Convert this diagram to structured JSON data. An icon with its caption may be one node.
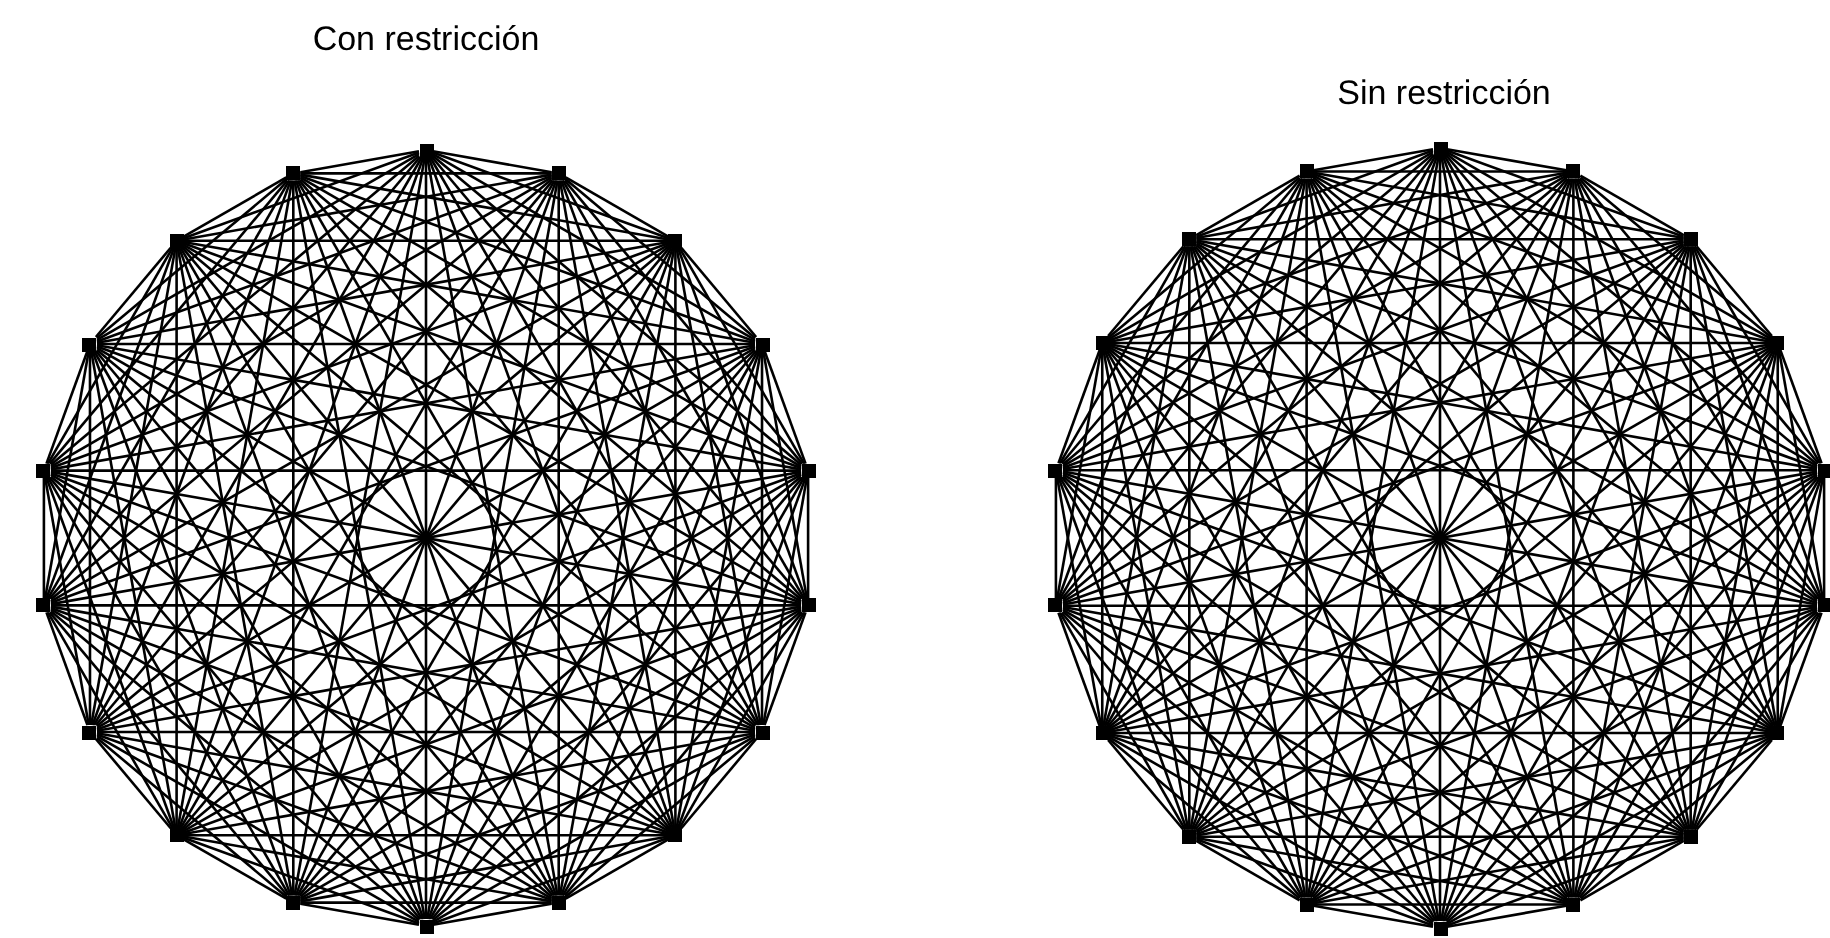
{
  "diagram": {
    "nodes": [
      {
        "text": [],
        "shape": "box"
      },
      {
        "text": [],
        "shape": "box"
      },
      {
        "text": [],
        "shape": "box"
      },
      {
        "text": [],
        "shape": "box"
      },
      {
        "text": [],
        "shape": "box"
      },
      {
        "text": [],
        "shape": "box"
      },
      {
        "text": [],
        "shape": "box"
      },
      {
        "text": [],
        "shape": "box"
      },
      {
        "text": [],
        "shape": "box"
      },
      {
        "text": [],
        "shape": "box"
      },
      {
        "text": [],
        "shape": "box"
      },
      {
        "text": [],
        "shape": "box"
      },
      {
        "text": [],
        "shape": "box"
      },
      {
        "text": [],
        "shape": "box"
      },
      {
        "text": [],
        "shape": "box"
      },
      {
        "text": [],
        "shape": "box"
      },
      {
        "text": [],
        "shape": "box"
      },
      {
        "text": [],
        "shape": "box"
      },
      {
        "text": [],
        "shape": "box"
      },
      {
        "text": [],
        "shape": "box"
      },
      {
        "text": [],
        "shape": "box"
      },
      {
        "text": [],
        "shape": "box"
      },
      {
        "text": [],
        "shape": "box"
      },
      {
        "text": [],
        "shape": "box"
      },
      {
        "text": [],
        "shape": "box"
      },
      {
        "text": [],
        "shape": "box"
      },
      {
        "text": [],
        "shape": "box"
      },
      {
        "text": [],
        "shape": "box"
      },
      {
        "text": [],
        "shape": "box"
      },
      {
        "text": [],
        "shape": "box"
      },
      {
        "text": [],
        "shape": "box"
      },
      {
        "text": [],
        "shape": "box"
      },
      {
        "text": [],
        "shape": "box"
      },
      {
        "text": [],
        "shape": "box"
      },
      {
        "text": [],
        "shape": "box"
      },
      {
        "text": [],
        "shape": "box"
      }
    ],
    "edges": [
      {
        "from": 0,
        "to": 1,
        "arrow": "none"
      },
      {
        "from": 0,
        "to": 2,
        "arrow": "none"
      },
      {
        "from": 0,
        "to": 3,
        "arrow": "none"
      },
      {
        "from": 0,
        "to": 4,
        "arrow": "none"
      },
      {
        "from": 0,
        "to": 5,
        "arrow": "none"
      },
      {
        "from": 0,
        "to": 6,
        "arrow": "none"
      },
      {
        "from": 0,
        "to": 7,
        "arrow": "none"
      },
      {
        "from": 0,
        "to": 8,
        "arrow": "none"
      },
      {
        "from": 0,
        "to": 9,
        "arrow": "none"
      },
      {
        "from": 0,
        "to": 10,
        "arrow": "none"
      },
      {
        "from": 0,
        "to": 11,
        "arrow": "none"
      },
      {
        "from": 0,
        "to": 12,
        "arrow": "none"
      },
      {
        "from": 0,
        "to": 13,
        "arrow": "none"
      },
      {
        "from": 0,
        "to": 14,
        "arrow": "none"
      },
      {
        "from": 0,
        "to": 15,
        "arrow": "none"
      },
      {
        "from": 0,
        "to": 16,
        "arrow": "none"
      },
      {
        "from": 0,
        "to": 17,
        "arrow": "none"
      },
      {
        "from": 1,
        "to": 2,
        "arrow": "none"
      },
      {
        "from": 1,
        "to": 3,
        "arrow": "none"
      },
      {
        "from": 1,
        "to": 4,
        "arrow": "none"
      },
      {
        "from": 1,
        "to": 5,
        "arrow": "none"
      },
      {
        "from": 1,
        "to": 6,
        "arrow": "none"
      },
      {
        "from": 1,
        "to": 7,
        "arrow": "none"
      },
      {
        "from": 1,
        "to": 8,
        "arrow": "none"
      },
      {
        "from": 1,
        "to": 9,
        "arrow": "none"
      },
      {
        "from": 1,
        "to": 10,
        "arrow": "none"
      },
      {
        "from": 1,
        "to": 11,
        "arrow": "none"
      },
      {
        "from": 1,
        "to": 12,
        "arrow": "none"
      },
      {
        "from": 1,
        "to": 13,
        "arrow": "none"
      },
      {
        "from": 1,
        "to": 14,
        "arrow": "none"
      },
      {
        "from": 1,
        "to": 15,
        "arrow": "none"
      },
      {
        "from": 1,
        "to": 16,
        "arrow": "none"
      },
      {
        "from": 1,
        "to": 17,
        "arrow": "none"
      },
      {
        "from": 2,
        "to": 3,
        "arrow": "none"
      },
      {
        "from": 2,
        "to": 4,
        "arrow": "none"
      },
      {
        "from": 2,
        "to": 5,
        "arrow": "none"
      },
      {
        "from": 2,
        "to": 6,
        "arrow": "none"
      },
      {
        "from": 2,
        "to": 7,
        "arrow": "none"
      },
      {
        "from": 2,
        "to": 8,
        "arrow": "none"
      },
      {
        "from": 2,
        "to": 9,
        "arrow": "none"
      },
      {
        "from": 2,
        "to": 10,
        "arrow": "none"
      },
      {
        "from": 2,
        "to": 11,
        "arrow": "none"
      },
      {
        "from": 2,
        "to": 12,
        "arrow": "none"
      },
      {
        "from": 2,
        "to": 13,
        "arrow": "none"
      },
      {
        "from": 2,
        "to": 14,
        "arrow": "none"
      },
      {
        "from": 2,
        "to": 15,
        "arrow": "none"
      },
      {
        "from": 2,
        "to": 16,
        "arrow": "none"
      },
      {
        "from": 2,
        "to": 17,
        "arrow": "none"
      },
      {
        "from": 3,
        "to": 4,
        "arrow": "none"
      },
      {
        "from": 3,
        "to": 5,
        "arrow": "none"
      },
      {
        "from": 3,
        "to": 6,
        "arrow": "none"
      },
      {
        "from": 3,
        "to": 7,
        "arrow": "none"
      },
      {
        "from": 3,
        "to": 8,
        "arrow": "none"
      },
      {
        "from": 3,
        "to": 9,
        "arrow": "none"
      },
      {
        "from": 3,
        "to": 10,
        "arrow": "none"
      },
      {
        "from": 3,
        "to": 11,
        "arrow": "none"
      },
      {
        "from": 3,
        "to": 12,
        "arrow": "none"
      },
      {
        "from": 3,
        "to": 13,
        "arrow": "none"
      },
      {
        "from": 3,
        "to": 14,
        "arrow": "none"
      },
      {
        "from": 3,
        "to": 15,
        "arrow": "none"
      },
      {
        "from": 3,
        "to": 16,
        "arrow": "none"
      },
      {
        "from": 3,
        "to": 17,
        "arrow": "none"
      },
      {
        "from": 4,
        "to": 5,
        "arrow": "none"
      },
      {
        "from": 4,
        "to": 6,
        "arrow": "none"
      },
      {
        "from": 4,
        "to": 7,
        "arrow": "none"
      },
      {
        "from": 4,
        "to": 8,
        "arrow": "none"
      },
      {
        "from": 4,
        "to": 9,
        "arrow": "none"
      },
      {
        "from": 4,
        "to": 10,
        "arrow": "none"
      },
      {
        "from": 4,
        "to": 11,
        "arrow": "none"
      },
      {
        "from": 4,
        "to": 12,
        "arrow": "none"
      },
      {
        "from": 4,
        "to": 13,
        "arrow": "none"
      },
      {
        "from": 4,
        "to": 14,
        "arrow": "none"
      },
      {
        "from": 4,
        "to": 15,
        "arrow": "none"
      },
      {
        "from": 4,
        "to": 16,
        "arrow": "none"
      },
      {
        "from": 4,
        "to": 17,
        "arrow": "none"
      },
      {
        "from": 5,
        "to": 6,
        "arrow": "none"
      },
      {
        "from": 5,
        "to": 7,
        "arrow": "none"
      },
      {
        "from": 5,
        "to": 8,
        "arrow": "none"
      },
      {
        "from": 5,
        "to": 9,
        "arrow": "none"
      },
      {
        "from": 5,
        "to": 10,
        "arrow": "none"
      },
      {
        "from": 5,
        "to": 11,
        "arrow": "none"
      },
      {
        "from": 5,
        "to": 12,
        "arrow": "none"
      },
      {
        "from": 5,
        "to": 13,
        "arrow": "none"
      },
      {
        "from": 5,
        "to": 14,
        "arrow": "none"
      },
      {
        "from": 5,
        "to": 15,
        "arrow": "none"
      },
      {
        "from": 5,
        "to": 16,
        "arrow": "none"
      },
      {
        "from": 5,
        "to": 17,
        "arrow": "none"
      },
      {
        "from": 6,
        "to": 7,
        "arrow": "none"
      },
      {
        "from": 6,
        "to": 8,
        "arrow": "none"
      },
      {
        "from": 6,
        "to": 9,
        "arrow": "none"
      },
      {
        "from": 6,
        "to": 10,
        "arrow": "none"
      },
      {
        "from": 6,
        "to": 11,
        "arrow": "none"
      },
      {
        "from": 6,
        "to": 12,
        "arrow": "none"
      },
      {
        "from": 6,
        "to": 13,
        "arrow": "none"
      },
      {
        "from": 6,
        "to": 14,
        "arrow": "none"
      },
      {
        "from": 6,
        "to": 15,
        "arrow": "none"
      },
      {
        "from": 6,
        "to": 16,
        "arrow": "none"
      },
      {
        "from": 6,
        "to": 17,
        "arrow": "none"
      },
      {
        "from": 7,
        "to": 8,
        "arrow": "none"
      },
      {
        "from": 7,
        "to": 9,
        "arrow": "none"
      },
      {
        "from": 7,
        "to": 10,
        "arrow": "none"
      },
      {
        "from": 7,
        "to": 11,
        "arrow": "none"
      },
      {
        "from": 7,
        "to": 12,
        "arrow": "none"
      },
      {
        "from": 7,
        "to": 13,
        "arrow": "none"
      },
      {
        "from": 7,
        "to": 14,
        "arrow": "none"
      },
      {
        "from": 7,
        "to": 15,
        "arrow": "none"
      },
      {
        "from": 7,
        "to": 16,
        "arrow": "none"
      },
      {
        "from": 7,
        "to": 17,
        "arrow": "none"
      },
      {
        "from": 8,
        "to": 9,
        "arrow": "none"
      },
      {
        "from": 8,
        "to": 10,
        "arrow": "none"
      },
      {
        "from": 8,
        "to": 11,
        "arrow": "none"
      },
      {
        "from": 8,
        "to": 12,
        "arrow": "none"
      },
      {
        "from": 8,
        "to": 13,
        "arrow": "none"
      },
      {
        "from": 8,
        "to": 14,
        "arrow": "none"
      },
      {
        "from": 8,
        "to": 15,
        "arrow": "none"
      },
      {
        "from": 8,
        "to": 16,
        "arrow": "none"
      },
      {
        "from": 8,
        "to": 17,
        "arrow": "none"
      },
      {
        "from": 9,
        "to": 10,
        "arrow": "none"
      },
      {
        "from": 9,
        "to": 11,
        "arrow": "none"
      },
      {
        "from": 9,
        "to": 12,
        "arrow": "none"
      },
      {
        "from": 9,
        "to": 13,
        "arrow": "none"
      },
      {
        "from": 9,
        "to": 14,
        "arrow": "none"
      },
      {
        "from": 9,
        "to": 15,
        "arrow": "none"
      },
      {
        "from": 9,
        "to": 16,
        "arrow": "none"
      },
      {
        "from": 9,
        "to": 17,
        "arrow": "none"
      },
      {
        "from": 10,
        "to": 11,
        "arrow": "none"
      },
      {
        "from": 10,
        "to": 12,
        "arrow": "none"
      },
      {
        "from": 10,
        "to": 13,
        "arrow": "none"
      },
      {
        "from": 10,
        "to": 14,
        "arrow": "none"
      },
      {
        "from": 10,
        "to": 15,
        "arrow": "none"
      },
      {
        "from": 10,
        "to": 16,
        "arrow": "none"
      },
      {
        "from": 10,
        "to": 17,
        "arrow": "none"
      },
      {
        "from": 11,
        "to": 12,
        "arrow": "none"
      },
      {
        "from": 11,
        "to": 13,
        "arrow": "none"
      },
      {
        "from": 11,
        "to": 14,
        "arrow": "none"
      },
      {
        "from": 11,
        "to": 15,
        "arrow": "none"
      },
      {
        "from": 11,
        "to": 16,
        "arrow": "none"
      },
      {
        "from": 11,
        "to": 17,
        "arrow": "none"
      },
      {
        "from": 12,
        "to": 13,
        "arrow": "none"
      },
      {
        "from": 12,
        "to": 14,
        "arrow": "none"
      },
      {
        "from": 12,
        "to": 15,
        "arrow": "none"
      },
      {
        "from": 12,
        "to": 16,
        "arrow": "none"
      },
      {
        "from": 12,
        "to": 17,
        "arrow": "none"
      },
      {
        "from": 13,
        "to": 14,
        "arrow": "none"
      },
      {
        "from": 13,
        "to": 15,
        "arrow": "none"
      },
      {
        "from": 13,
        "to": 16,
        "arrow": "none"
      },
      {
        "from": 13,
        "to": 17,
        "arrow": "none"
      },
      {
        "from": 14,
        "to": 15,
        "arrow": "none"
      },
      {
        "from": 14,
        "to": 16,
        "arrow": "none"
      },
      {
        "from": 14,
        "to": 17,
        "arrow": "none"
      },
      {
        "from": 15,
        "to": 16,
        "arrow": "none"
      },
      {
        "from": 15,
        "to": 17,
        "arrow": "none"
      },
      {
        "from": 16,
        "to": 17,
        "arrow": "none"
      },
      {
        "from": 18,
        "to": 19,
        "arrow": "none"
      },
      {
        "from": 18,
        "to": 20,
        "arrow": "none"
      },
      {
        "from": 18,
        "to": 21,
        "arrow": "none"
      },
      {
        "from": 18,
        "to": 22,
        "arrow": "none"
      },
      {
        "from": 18,
        "to": 23,
        "arrow": "none"
      },
      {
        "from": 18,
        "to": 24,
        "arrow": "none"
      },
      {
        "from": 18,
        "to": 25,
        "arrow": "none"
      },
      {
        "from": 18,
        "to": 26,
        "arrow": "none"
      },
      {
        "from": 18,
        "to": 27,
        "arrow": "none"
      },
      {
        "from": 18,
        "to": 28,
        "arrow": "none"
      },
      {
        "from": 18,
        "to": 29,
        "arrow": "none"
      },
      {
        "from": 18,
        "to": 30,
        "arrow": "none"
      },
      {
        "from": 18,
        "to": 31,
        "arrow": "none"
      },
      {
        "from": 18,
        "to": 32,
        "arrow": "none"
      },
      {
        "from": 18,
        "to": 33,
        "arrow": "none"
      },
      {
        "from": 18,
        "to": 34,
        "arrow": "none"
      },
      {
        "from": 18,
        "to": 35,
        "arrow": "none"
      },
      {
        "from": 19,
        "to": 20,
        "arrow": "none"
      },
      {
        "from": 19,
        "to": 21,
        "arrow": "none"
      },
      {
        "from": 19,
        "to": 22,
        "arrow": "none"
      },
      {
        "from": 19,
        "to": 23,
        "arrow": "none"
      },
      {
        "from": 19,
        "to": 24,
        "arrow": "none"
      },
      {
        "from": 19,
        "to": 25,
        "arrow": "none"
      },
      {
        "from": 19,
        "to": 26,
        "arrow": "none"
      },
      {
        "from": 19,
        "to": 27,
        "arrow": "none"
      },
      {
        "from": 19,
        "to": 28,
        "arrow": "none"
      },
      {
        "from": 19,
        "to": 29,
        "arrow": "none"
      },
      {
        "from": 19,
        "to": 30,
        "arrow": "none"
      },
      {
        "from": 19,
        "to": 31,
        "arrow": "none"
      },
      {
        "from": 19,
        "to": 32,
        "arrow": "none"
      },
      {
        "from": 19,
        "to": 33,
        "arrow": "none"
      },
      {
        "from": 19,
        "to": 34,
        "arrow": "none"
      },
      {
        "from": 19,
        "to": 35,
        "arrow": "none"
      },
      {
        "from": 20,
        "to": 21,
        "arrow": "none"
      },
      {
        "from": 20,
        "to": 22,
        "arrow": "none"
      },
      {
        "from": 20,
        "to": 23,
        "arrow": "none"
      },
      {
        "from": 20,
        "to": 24,
        "arrow": "none"
      },
      {
        "from": 20,
        "to": 25,
        "arrow": "none"
      },
      {
        "from": 20,
        "to": 26,
        "arrow": "none"
      },
      {
        "from": 20,
        "to": 27,
        "arrow": "none"
      },
      {
        "from": 20,
        "to": 28,
        "arrow": "none"
      },
      {
        "from": 20,
        "to": 29,
        "arrow": "none"
      },
      {
        "from": 20,
        "to": 30,
        "arrow": "none"
      },
      {
        "from": 20,
        "to": 31,
        "arrow": "none"
      },
      {
        "from": 20,
        "to": 32,
        "arrow": "none"
      },
      {
        "from": 20,
        "to": 33,
        "arrow": "none"
      },
      {
        "from": 20,
        "to": 34,
        "arrow": "none"
      },
      {
        "from": 20,
        "to": 35,
        "arrow": "none"
      },
      {
        "from": 21,
        "to": 22,
        "arrow": "none"
      },
      {
        "from": 21,
        "to": 23,
        "arrow": "none"
      },
      {
        "from": 21,
        "to": 24,
        "arrow": "none"
      },
      {
        "from": 21,
        "to": 25,
        "arrow": "none"
      },
      {
        "from": 21,
        "to": 26,
        "arrow": "none"
      },
      {
        "from": 21,
        "to": 27,
        "arrow": "none"
      },
      {
        "from": 21,
        "to": 28,
        "arrow": "none"
      },
      {
        "from": 21,
        "to": 29,
        "arrow": "none"
      },
      {
        "from": 21,
        "to": 30,
        "arrow": "none"
      },
      {
        "from": 21,
        "to": 31,
        "arrow": "none"
      },
      {
        "from": 21,
        "to": 32,
        "arrow": "none"
      },
      {
        "from": 21,
        "to": 33,
        "arrow": "none"
      },
      {
        "from": 21,
        "to": 34,
        "arrow": "none"
      },
      {
        "from": 21,
        "to": 35,
        "arrow": "none"
      },
      {
        "from": 22,
        "to": 23,
        "arrow": "none"
      },
      {
        "from": 22,
        "to": 24,
        "arrow": "none"
      },
      {
        "from": 22,
        "to": 25,
        "arrow": "none"
      },
      {
        "from": 22,
        "to": 26,
        "arrow": "none"
      },
      {
        "from": 22,
        "to": 27,
        "arrow": "none"
      },
      {
        "from": 22,
        "to": 28,
        "arrow": "none"
      },
      {
        "from": 22,
        "to": 29,
        "arrow": "none"
      },
      {
        "from": 22,
        "to": 30,
        "arrow": "none"
      },
      {
        "from": 22,
        "to": 31,
        "arrow": "none"
      },
      {
        "from": 22,
        "to": 32,
        "arrow": "none"
      },
      {
        "from": 22,
        "to": 33,
        "arrow": "none"
      },
      {
        "from": 22,
        "to": 34,
        "arrow": "none"
      },
      {
        "from": 22,
        "to": 35,
        "arrow": "none"
      },
      {
        "from": 23,
        "to": 24,
        "arrow": "none"
      },
      {
        "from": 23,
        "to": 25,
        "arrow": "none"
      },
      {
        "from": 23,
        "to": 26,
        "arrow": "none"
      },
      {
        "from": 23,
        "to": 27,
        "arrow": "none"
      },
      {
        "from": 23,
        "to": 28,
        "arrow": "none"
      },
      {
        "from": 23,
        "to": 29,
        "arrow": "none"
      },
      {
        "from": 23,
        "to": 30,
        "arrow": "none"
      },
      {
        "from": 23,
        "to": 31,
        "arrow": "none"
      },
      {
        "from": 23,
        "to": 32,
        "arrow": "none"
      },
      {
        "from": 23,
        "to": 33,
        "arrow": "none"
      },
      {
        "from": 23,
        "to": 34,
        "arrow": "none"
      },
      {
        "from": 23,
        "to": 35,
        "arrow": "none"
      },
      {
        "from": 24,
        "to": 25,
        "arrow": "none"
      },
      {
        "from": 24,
        "to": 26,
        "arrow": "none"
      },
      {
        "from": 24,
        "to": 27,
        "arrow": "none"
      },
      {
        "from": 24,
        "to": 28,
        "arrow": "none"
      },
      {
        "from": 24,
        "to": 29,
        "arrow": "none"
      },
      {
        "from": 24,
        "to": 30,
        "arrow": "none"
      },
      {
        "from": 24,
        "to": 31,
        "arrow": "none"
      },
      {
        "from": 24,
        "to": 32,
        "arrow": "none"
      },
      {
        "from": 24,
        "to": 33,
        "arrow": "none"
      },
      {
        "from": 24,
        "to": 34,
        "arrow": "none"
      },
      {
        "from": 24,
        "to": 35,
        "arrow": "none"
      },
      {
        "from": 25,
        "to": 26,
        "arrow": "none"
      },
      {
        "from": 25,
        "to": 27,
        "arrow": "none"
      },
      {
        "from": 25,
        "to": 28,
        "arrow": "none"
      },
      {
        "from": 25,
        "to": 29,
        "arrow": "none"
      },
      {
        "from": 25,
        "to": 30,
        "arrow": "none"
      },
      {
        "from": 25,
        "to": 31,
        "arrow": "none"
      },
      {
        "from": 25,
        "to": 32,
        "arrow": "none"
      },
      {
        "from": 25,
        "to": 33,
        "arrow": "none"
      },
      {
        "from": 25,
        "to": 34,
        "arrow": "none"
      },
      {
        "from": 25,
        "to": 35,
        "arrow": "none"
      },
      {
        "from": 26,
        "to": 27,
        "arrow": "none"
      },
      {
        "from": 26,
        "to": 28,
        "arrow": "none"
      },
      {
        "from": 26,
        "to": 29,
        "arrow": "none"
      },
      {
        "from": 26,
        "to": 30,
        "arrow": "none"
      },
      {
        "from": 26,
        "to": 31,
        "arrow": "none"
      },
      {
        "from": 26,
        "to": 32,
        "arrow": "none"
      },
      {
        "from": 26,
        "to": 33,
        "arrow": "none"
      },
      {
        "from": 26,
        "to": 34,
        "arrow": "none"
      },
      {
        "from": 26,
        "to": 35,
        "arrow": "none"
      },
      {
        "from": 27,
        "to": 28,
        "arrow": "none"
      },
      {
        "from": 27,
        "to": 29,
        "arrow": "none"
      },
      {
        "from": 27,
        "to": 30,
        "arrow": "none"
      },
      {
        "from": 27,
        "to": 31,
        "arrow": "none"
      },
      {
        "from": 27,
        "to": 32,
        "arrow": "none"
      },
      {
        "from": 27,
        "to": 33,
        "arrow": "none"
      },
      {
        "from": 27,
        "to": 34,
        "arrow": "none"
      },
      {
        "from": 27,
        "to": 35,
        "arrow": "none"
      },
      {
        "from": 28,
        "to": 29,
        "arrow": "none"
      },
      {
        "from": 28,
        "to": 30,
        "arrow": "none"
      },
      {
        "from": 28,
        "to": 31,
        "arrow": "none"
      },
      {
        "from": 28,
        "to": 32,
        "arrow": "none"
      },
      {
        "from": 28,
        "to": 33,
        "arrow": "none"
      },
      {
        "from": 28,
        "to": 34,
        "arrow": "none"
      },
      {
        "from": 28,
        "to": 35,
        "arrow": "none"
      },
      {
        "from": 29,
        "to": 30,
        "arrow": "none"
      },
      {
        "from": 29,
        "to": 31,
        "arrow": "none"
      },
      {
        "from": 29,
        "to": 32,
        "arrow": "none"
      },
      {
        "from": 29,
        "to": 33,
        "arrow": "none"
      },
      {
        "from": 29,
        "to": 34,
        "arrow": "none"
      },
      {
        "from": 29,
        "to": 35,
        "arrow": "none"
      },
      {
        "from": 30,
        "to": 31,
        "arrow": "none"
      },
      {
        "from": 30,
        "to": 32,
        "arrow": "none"
      },
      {
        "from": 30,
        "to": 33,
        "arrow": "none"
      },
      {
        "from": 30,
        "to": 34,
        "arrow": "none"
      },
      {
        "from": 30,
        "to": 35,
        "arrow": "none"
      },
      {
        "from": 31,
        "to": 32,
        "arrow": "none"
      },
      {
        "from": 31,
        "to": 33,
        "arrow": "none"
      },
      {
        "from": 31,
        "to": 34,
        "arrow": "none"
      },
      {
        "from": 31,
        "to": 35,
        "arrow": "none"
      },
      {
        "from": 32,
        "to": 33,
        "arrow": "none"
      },
      {
        "from": 32,
        "to": 34,
        "arrow": "none"
      },
      {
        "from": 32,
        "to": 35,
        "arrow": "none"
      },
      {
        "from": 33,
        "to": 34,
        "arrow": "none"
      },
      {
        "from": 33,
        "to": 35,
        "arrow": "none"
      },
      {
        "from": 34,
        "to": 35,
        "arrow": "none"
      }
    ],
    "labels": [
      "Con restricción",
      "Sin restricción"
    ]
  }
}
